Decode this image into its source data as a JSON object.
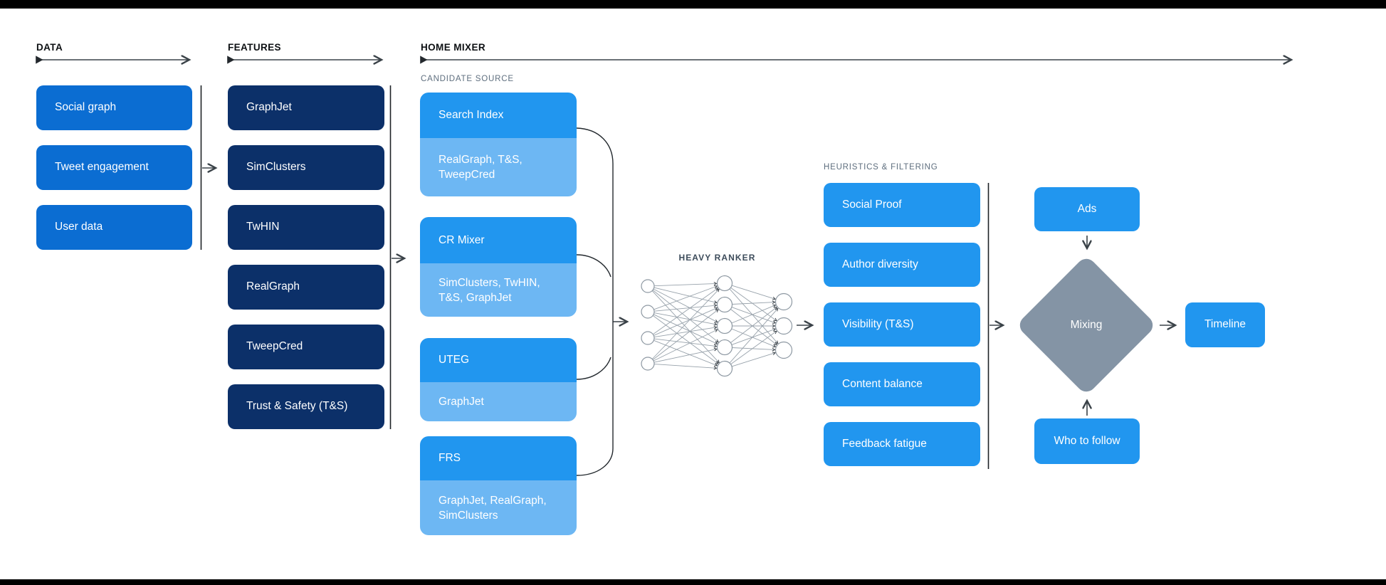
{
  "colors": {
    "background": "#ffffff",
    "letterbox": "#000000",
    "data_box": "#0b6dd2",
    "feature_box": "#0c3069",
    "candidate_header": "#2196ef",
    "candidate_sub": "#6db7f3",
    "heuristic_box": "#2196ef",
    "accent_box": "#2196ef",
    "diamond": "#8494a5",
    "line": "#3a4248",
    "column_header_text": "#0d1013",
    "section_label_text": "#5e6e7e",
    "ranker_label_text": "#3d4c5b",
    "box_text": "#ffffff"
  },
  "columns": {
    "data": {
      "header": "DATA",
      "items": [
        "Social graph",
        "Tweet engagement",
        "User data"
      ]
    },
    "features": {
      "header": "FEATURES",
      "items": [
        "GraphJet",
        "SimClusters",
        "TwHIN",
        "RealGraph",
        "TweepCred",
        "Trust & Safety (T&S)"
      ]
    },
    "home_mixer": {
      "header": "HOME MIXER"
    }
  },
  "candidate_source": {
    "label": "CANDIDATE SOURCE",
    "items": [
      {
        "name": "Search Index",
        "sources": "RealGraph, T&S,\nTweepCred"
      },
      {
        "name": "CR Mixer",
        "sources": "SimClusters, TwHIN,\nT&S, GraphJet"
      },
      {
        "name": "UTEG",
        "sources": "GraphJet"
      },
      {
        "name": "FRS",
        "sources": "GraphJet, RealGraph,\nSimClusters"
      }
    ]
  },
  "heavy_ranker": {
    "label": "HEAVY RANKER",
    "layers": [
      4,
      5,
      3
    ]
  },
  "heuristics": {
    "label": "HEURISTICS & FILTERING",
    "items": [
      "Social Proof",
      "Author diversity",
      "Visibility (T&S)",
      "Content balance",
      "Feedback fatigue"
    ]
  },
  "mixing": {
    "ads": "Ads",
    "diamond": "Mixing",
    "who_to_follow": "Who to follow",
    "timeline": "Timeline"
  }
}
